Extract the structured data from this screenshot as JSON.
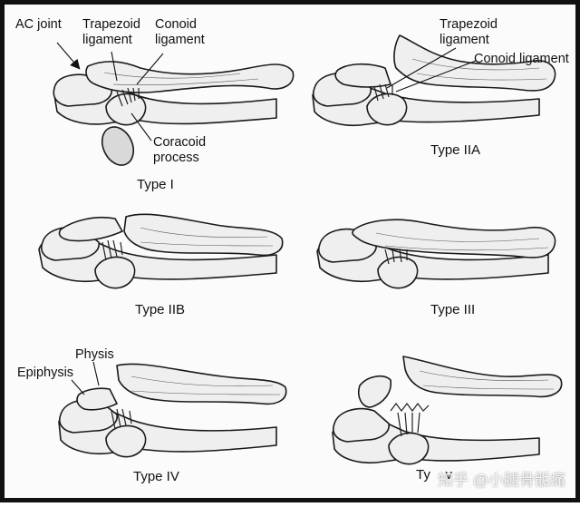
{
  "panels": {
    "type1": {
      "caption": "Type I",
      "labels": {
        "ac_joint": "AC joint",
        "trapezoid": "Trapezoid\nligament",
        "conoid": "Conoid\nligament",
        "coracoid": "Coracoid\nprocess"
      }
    },
    "type2a": {
      "caption": "Type IIA",
      "labels": {
        "trapezoid": "Trapezoid\nligament",
        "conoid": "Conoid ligament"
      }
    },
    "type2b": {
      "caption": "Type IIB"
    },
    "type3": {
      "caption": "Type III"
    },
    "type4": {
      "caption": "Type IV",
      "labels": {
        "physis": "Physis",
        "epiphysis": "Epiphysis"
      }
    },
    "type5": {
      "caption": "Ty    v"
    }
  },
  "watermark": "知乎 @小腿骨骺痛"
}
